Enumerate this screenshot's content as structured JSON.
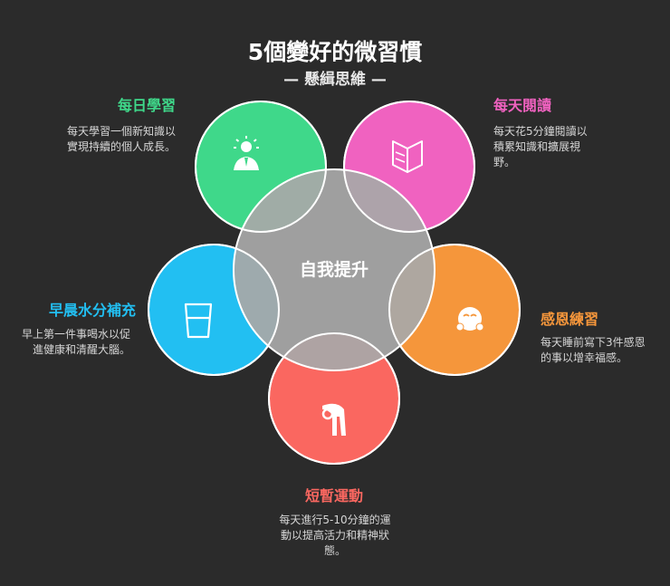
{
  "title": "5個變好的微習慣",
  "subtitle": "— 懸緝思維 —",
  "center_label": "自我提升",
  "colors": {
    "background": "#2b2b2b",
    "green": "#3fd88a",
    "pink": "#f062c0",
    "orange": "#f5963b",
    "red": "#fa6760",
    "blue": "#22bff2",
    "center": "#a8a8a8"
  },
  "items": [
    {
      "title": "每日學習",
      "description": "每天學習一個新知識以實現持續的個人成長。",
      "icon": "lightbulb-person-icon",
      "color": "#3fd88a"
    },
    {
      "title": "每天閱讀",
      "description": "每天花5分鐘閱讀以積累知識和擴展視野。",
      "icon": "open-book-icon",
      "color": "#f062c0"
    },
    {
      "title": "感恩練習",
      "description": "每天睡前寫下3件感恩的事以增幸福感。",
      "icon": "grateful-face-icon",
      "color": "#f5963b"
    },
    {
      "title": "短暫運動",
      "description": "每天進行5-10分鐘的運動以提高活力和精神狀態。",
      "icon": "stretching-person-icon",
      "color": "#fa6760"
    },
    {
      "title": "早晨水分補充",
      "description": "早上第一件事喝水以促進健康和清醒大腦。",
      "icon": "water-glass-icon",
      "color": "#22bff2"
    }
  ]
}
